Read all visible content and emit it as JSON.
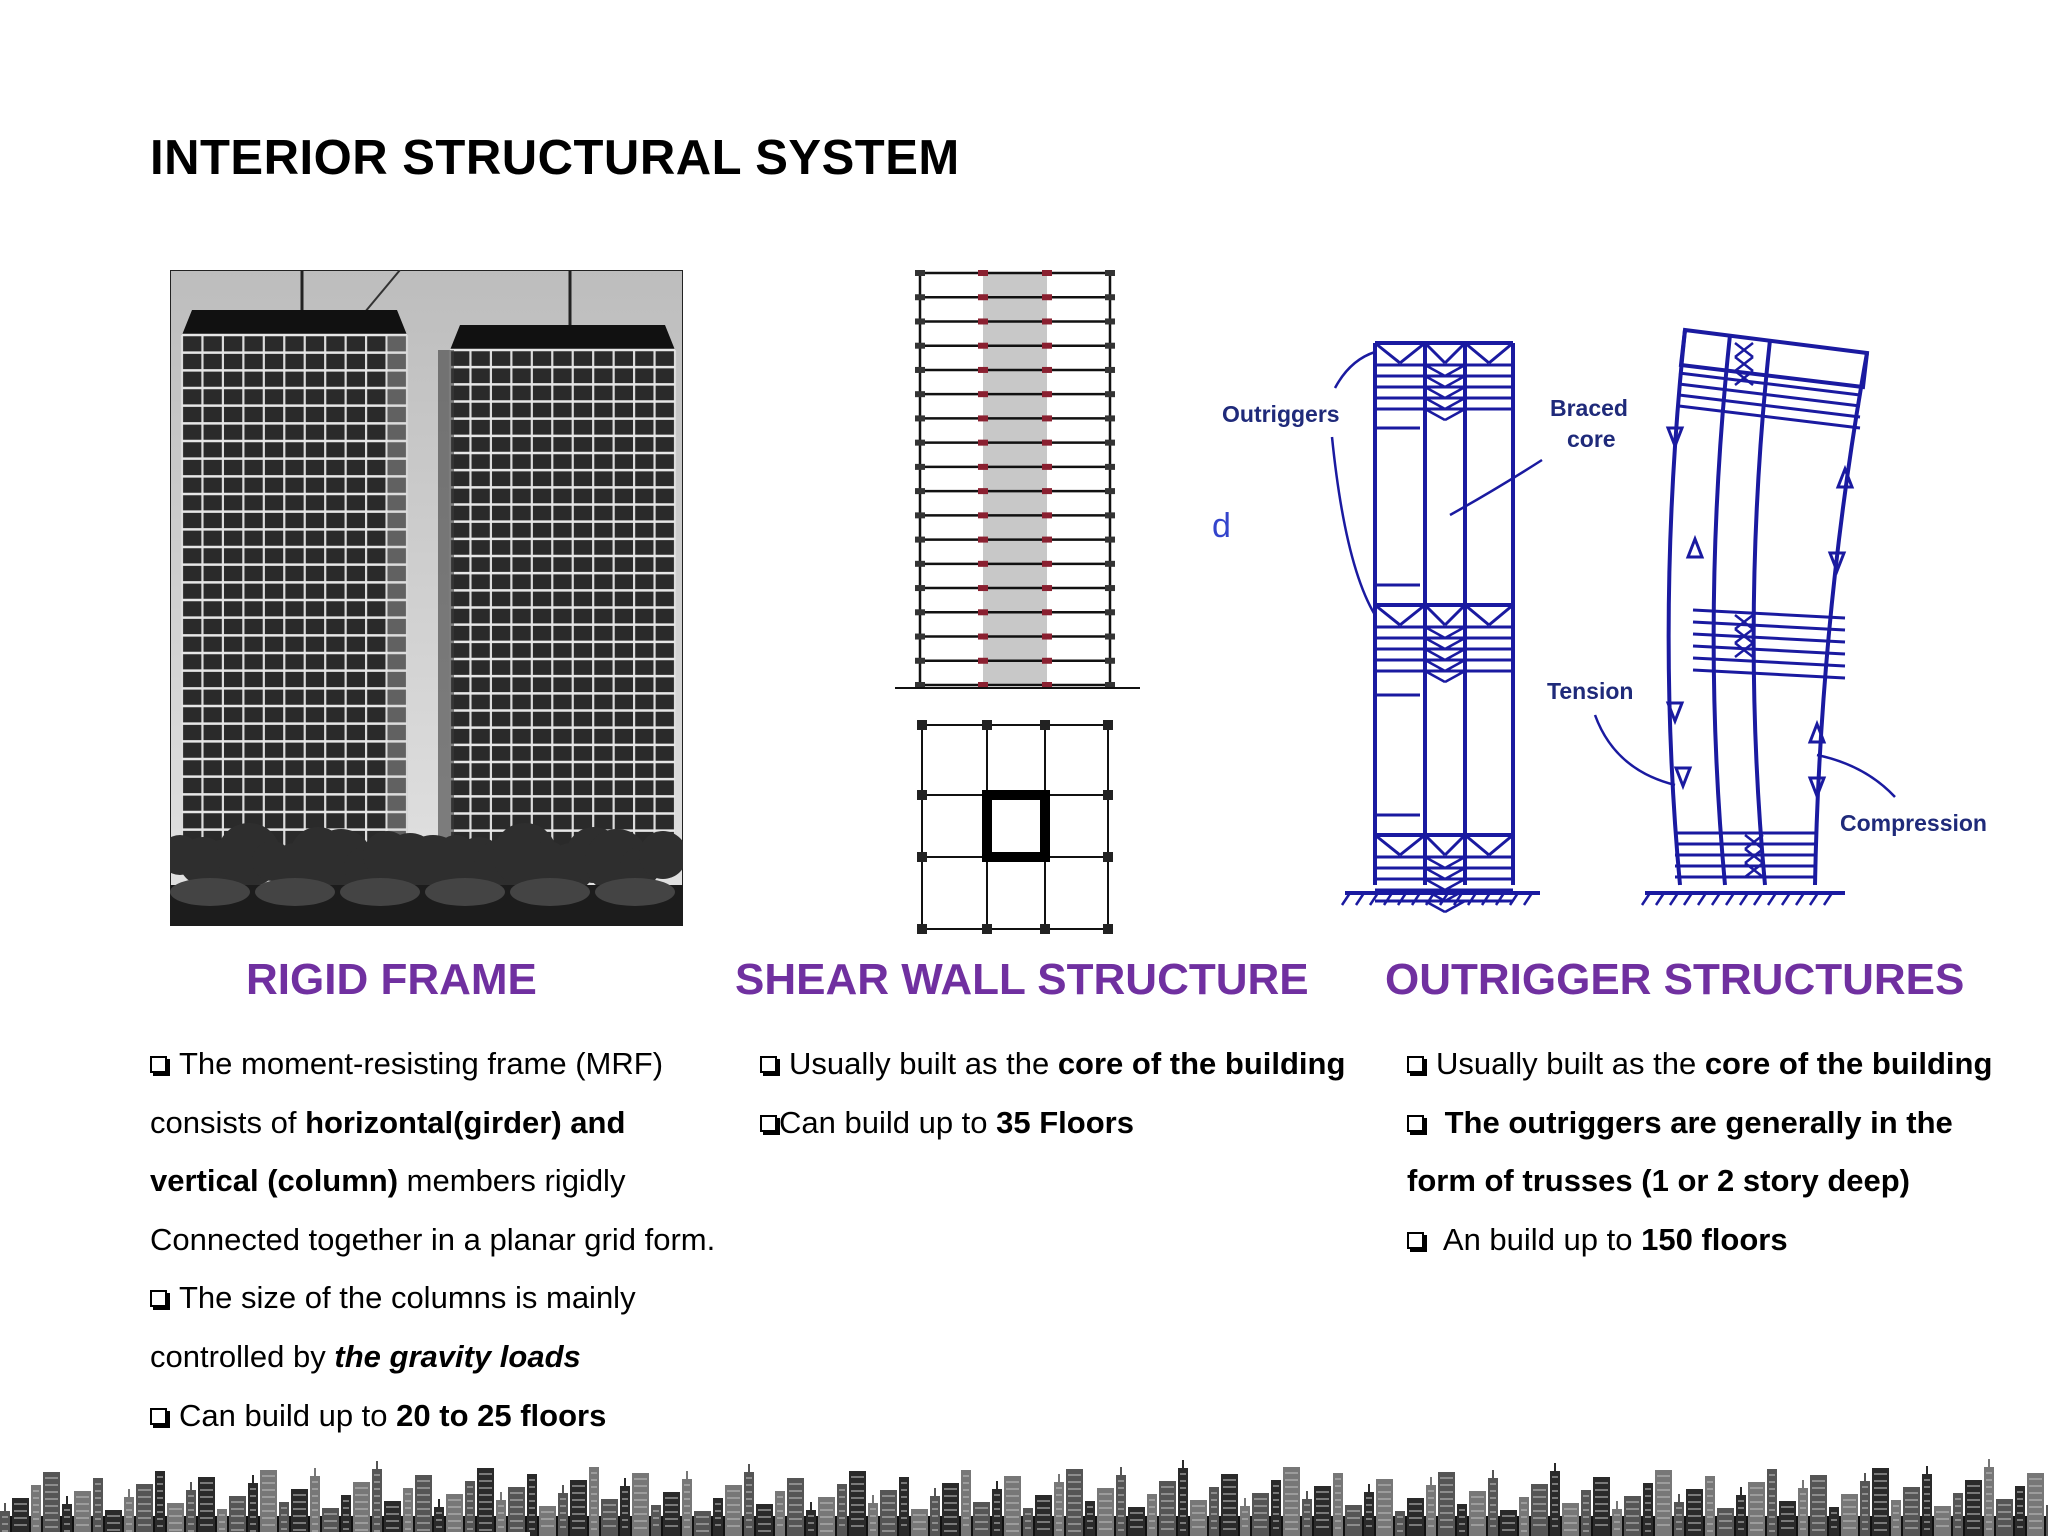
{
  "title": "INTERIOR STRUCTURAL SYSTEM",
  "columns": {
    "rigid_frame": {
      "heading": "RIGID FRAME",
      "lines": [
        {
          "box": true,
          "parts": [
            {
              "t": "The moment-resisting frame (MRF)",
              "s": "n"
            }
          ]
        },
        {
          "box": false,
          "parts": [
            {
              "t": "consists of ",
              "s": "n"
            },
            {
              "t": "horizontal(girder) and",
              "s": "b"
            }
          ]
        },
        {
          "box": false,
          "parts": [
            {
              "t": "vertical (column)",
              "s": "b"
            },
            {
              "t": " members rigidly",
              "s": "n"
            }
          ]
        },
        {
          "box": false,
          "parts": [
            {
              "t": "Connected together in a planar grid form.",
              "s": "n"
            }
          ]
        },
        {
          "box": true,
          "parts": [
            {
              "t": "The size of the columns is mainly",
              "s": "n"
            }
          ]
        },
        {
          "box": false,
          "parts": [
            {
              "t": "controlled by ",
              "s": "n"
            },
            {
              "t": "the gravity loads",
              "s": "bi"
            }
          ]
        },
        {
          "box": true,
          "parts": [
            {
              "t": "Can build up to ",
              "s": "n"
            },
            {
              "t": "20 to 25 floors",
              "s": "b"
            }
          ]
        }
      ]
    },
    "shear_wall": {
      "heading": "SHEAR WALL STRUCTURE",
      "lines": [
        {
          "box": true,
          "parts": [
            {
              "t": "Usually built as the ",
              "s": "n"
            },
            {
              "t": "core of the building",
              "s": "b"
            }
          ]
        },
        {
          "box": true,
          "tight": true,
          "parts": [
            {
              "t": "Can build up to ",
              "s": "n"
            },
            {
              "t": "35 Floors",
              "s": "b"
            }
          ]
        }
      ]
    },
    "outrigger": {
      "heading": "OUTRIGGER STRUCTURES",
      "lines": [
        {
          "box": true,
          "parts": [
            {
              "t": "Usually built as the ",
              "s": "n"
            },
            {
              "t": "core of the building",
              "s": "b"
            }
          ]
        },
        {
          "box": true,
          "parts": [
            {
              "t": " The outriggers are generally in the",
              "s": "b"
            }
          ]
        },
        {
          "box": false,
          "parts": [
            {
              "t": " form of trusses (1 or 2 story deep)",
              "s": "b"
            }
          ]
        },
        {
          "box": true,
          "parts": [
            {
              "t": " An build up to ",
              "s": "n"
            },
            {
              "t": "150 floors",
              "s": "b"
            }
          ]
        }
      ]
    }
  },
  "diagram_labels": {
    "outriggers": "Outriggers",
    "braced_1": "Braced",
    "braced_2": "core",
    "tension": "Tension",
    "compression": "Compression",
    "fragment": "d"
  },
  "colors": {
    "heading": "#7030a0",
    "diagram_blue": "#1a1aa0",
    "label_blue": "#1f2a7a"
  }
}
